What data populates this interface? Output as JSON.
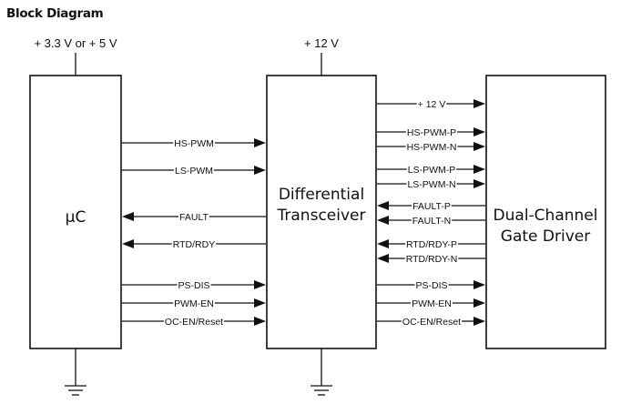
{
  "title": "Block Diagram",
  "supplies": {
    "mcu": "+ 3.3 V or + 5 V",
    "transceiver": "+ 12 V"
  },
  "blocks": {
    "mcu": [
      "µC"
    ],
    "transceiver": [
      "Differential",
      "Transceiver"
    ],
    "gate_driver": [
      "Dual-Channel",
      "Gate Driver"
    ]
  },
  "left_signals": [
    {
      "label": "HS-PWM",
      "direction": "right"
    },
    {
      "label": "LS-PWM",
      "direction": "right"
    },
    {
      "label": "FAULT",
      "direction": "left"
    },
    {
      "label": "RTD/RDY",
      "direction": "left"
    },
    {
      "label": "PS-DIS",
      "direction": "right"
    },
    {
      "label": "PWM-EN",
      "direction": "right"
    },
    {
      "label": "OC-EN/Reset",
      "direction": "right"
    }
  ],
  "right_signals": [
    {
      "label": "+ 12 V",
      "direction": "right"
    },
    {
      "label": "HS-PWM-P",
      "direction": "right"
    },
    {
      "label": "HS-PWM-N",
      "direction": "right"
    },
    {
      "label": "LS-PWM-P",
      "direction": "right"
    },
    {
      "label": "LS-PWM-N",
      "direction": "right"
    },
    {
      "label": "FAULT-P",
      "direction": "left"
    },
    {
      "label": "FAULT-N",
      "direction": "left"
    },
    {
      "label": "RTD/RDY-P",
      "direction": "left"
    },
    {
      "label": "RTD/RDY-N",
      "direction": "left"
    },
    {
      "label": "PS-DIS",
      "direction": "right"
    },
    {
      "label": "PWM-EN",
      "direction": "right"
    },
    {
      "label": "OC-EN/Reset",
      "direction": "right"
    }
  ]
}
